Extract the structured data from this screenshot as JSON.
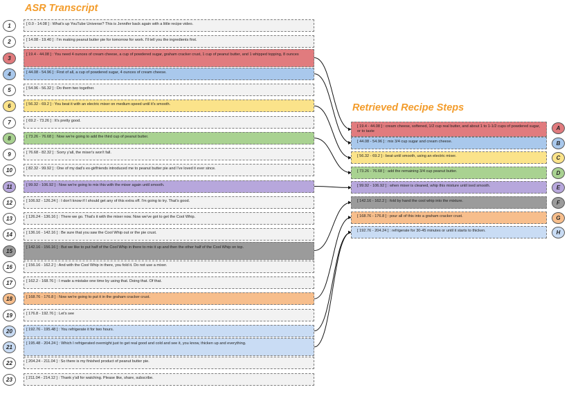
{
  "titles": {
    "asr": "ASR Transcript",
    "recipe": "Retrieved Recipe Steps"
  },
  "colors": {
    "title": "#f39c2b",
    "red": "#e17b7e",
    "blue": "#a9c8ec",
    "yellow": "#fbe38a",
    "green": "#a9d291",
    "purple": "#b7a7dc",
    "gray": "#9b9b9b",
    "orange": "#f7be8c",
    "lightblue": "#c9dcf4"
  },
  "transcript": [
    {
      "num": "1",
      "text": "[ 0.0 - 14.08 ] : What's up YouTube Universe? This is Jennifer back again with a little recipe video.",
      "color": ""
    },
    {
      "num": "2",
      "text": "[ 14.08 - 19.40 ] : I'm making peanut butter pie for tomorrow for work. I'll tell you the ingredients first.",
      "color": ""
    },
    {
      "num": "3",
      "text": "[ 19.4 - 44.08 ] : You need 4 ounces of cream cheese, a cup of powdered sugar, graham cracker crust, 1 cup of peanut butter, and 1 whipped topping, 8 ounces",
      "color": "red"
    },
    {
      "num": "4",
      "text": "[ 44.08 - 54.96 ] : First of all, a cup of powdered sugar, 4 ounces of cream cheese.",
      "color": "blue"
    },
    {
      "num": "5",
      "text": "[ 54.96 - 56.32 ] : Do them two together.",
      "color": ""
    },
    {
      "num": "6",
      "text": "[ 56.32 - 69.2 ] : You beat it with an electric mixer on medium speed until it's smooth.",
      "color": "yellow"
    },
    {
      "num": "7",
      "text": "[ 69.2 - 73.26 ] : It's pretty good.",
      "color": ""
    },
    {
      "num": "8",
      "text": "[ 73.26 - 76.68 ] : Now we're going to add the third cup of peanut butter.",
      "color": "green"
    },
    {
      "num": "9",
      "text": "[ 76.68 - 82.32 ] : Sorry y'all, the mixer's won't fall.",
      "color": ""
    },
    {
      "num": "10",
      "text": "[ 82.32 - 99.92 ] : One of my dad's ex-girlfriends introduced me to peanut butter pie and I've loved it ever since.",
      "color": ""
    },
    {
      "num": "11",
      "text": "[ 99.92 - 106.92 ] : Now we're going to mix this with the mixer again until smooth.",
      "color": "purple"
    },
    {
      "num": "12",
      "text": "[ 106.92 - 126.24 ] : I don't know if I should get any of this extra off. I'm going to try. That's good.",
      "color": ""
    },
    {
      "num": "13",
      "text": "[ 126.24 - 136.16 ] : There we go. That's it with the mixer now. Now we've got to get the Cool Whip.",
      "color": ""
    },
    {
      "num": "14",
      "text": "[ 136.16 - 142.16 ] : Be sure that you saw the Cool Whip out or the pie crust.",
      "color": ""
    },
    {
      "num": "15",
      "text": "[ 142.16 - 156.16 ] : But we like to put half of the Cool Whip in there to mix it up and then the other half of the Cool Whip on top.",
      "color": "gray"
    },
    {
      "num": "16",
      "text": "[ 156.16 - 162.2 ] : And with the Cool Whip in there, you fold it. Do not use a mixer.",
      "color": ""
    },
    {
      "num": "17",
      "text": "[ 162.2 - 168.76 ] : I made a mistake one time by using that. Doing that. Of that.",
      "color": ""
    },
    {
      "num": "18",
      "text": "[ 168.76 - 176.8 ] : Now we're going to put it in the graham cracker crust.",
      "color": "orange"
    },
    {
      "num": "19",
      "text": "[ 176.8 - 192.76 ] : Let's see",
      "color": ""
    },
    {
      "num": "20",
      "text": "[ 192.76 - 195.48 ] : You refrigerate it for two hours.",
      "color": "lightblue"
    },
    {
      "num": "21",
      "text": "[ 195.48 - 204.24 ] : Which I refrigerated overnight just to get real good and cold and see it, you know, thicken up and everything.",
      "color": "lightblue"
    },
    {
      "num": "22",
      "text": "[ 204.24 - 211.04 ] : So there is my finished product of peanut butter pie.",
      "color": ""
    },
    {
      "num": "23",
      "text": "[ 211.04 - 214.12 ] : Thank y'all for watching. Please like, share, subscribe.",
      "color": ""
    }
  ],
  "steps": [
    {
      "letter": "A",
      "text": "[ 19.4 - 44.08 ] : cream cheese, softened, 1/2 cup real butter, and about 1 to 1-1/2 cups of powdered sugar, or to taste",
      "color": "red"
    },
    {
      "letter": "B",
      "text": "[ 44.08 - 54.96 ] : mix 3/4 cup sugar and cream cheese.",
      "color": "blue"
    },
    {
      "letter": "C",
      "text": "[ 56.32 - 69.2 ] : beat until smooth, using an electric mixer.",
      "color": "yellow"
    },
    {
      "letter": "D",
      "text": "[ 73.26 - 76.68 ] : add the remaining 3/4 cup peanut butter.",
      "color": "green"
    },
    {
      "letter": "E",
      "text": "[ 99.92 - 106.92 ] : when mixer is cleaned, whip this mixture until ixed smooth.",
      "color": "purple"
    },
    {
      "letter": "F",
      "text": "[ 142.16 - 162.2 ] : fold by hand the cool whip into the mixture.",
      "color": "gray"
    },
    {
      "letter": "G",
      "text": "[ 168.76 - 176.8 ] : pour all of this into a graham cracker crust.",
      "color": "orange"
    },
    {
      "letter": "H",
      "text": "[ 192.76 - 204.24 ] : refrigerate for 30-45 minutes or until it starts to thicken.",
      "color": "lightblue"
    }
  ],
  "links": [
    {
      "from": 3,
      "to": "A"
    },
    {
      "from": 4,
      "to": "B"
    },
    {
      "from": 6,
      "to": "C"
    },
    {
      "from": 8,
      "to": "D"
    },
    {
      "from": 11,
      "to": "E"
    },
    {
      "from": 15,
      "to": "F"
    },
    {
      "from": 18,
      "to": "G"
    },
    {
      "from": 20,
      "to": "H"
    },
    {
      "from": 21,
      "to": "H"
    }
  ]
}
